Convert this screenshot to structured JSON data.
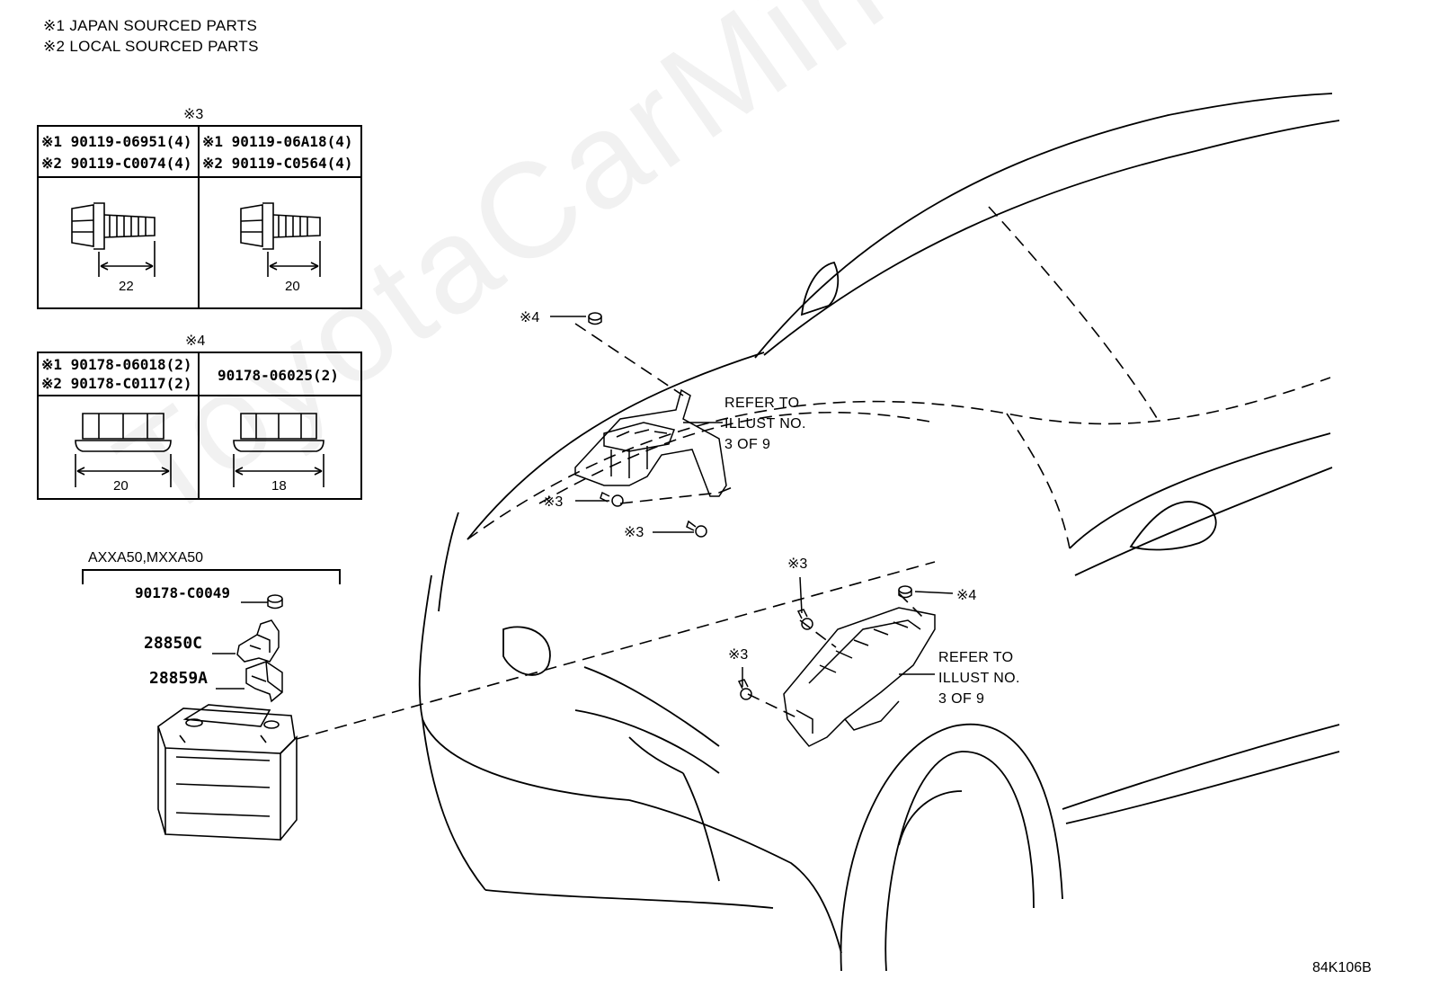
{
  "notes": {
    "japan": "※1 JAPAN SOURCED PARTS",
    "local": "※2 LOCAL SOURCED PARTS"
  },
  "bolt_table": {
    "ref": "※3",
    "left": {
      "line1": "※1 90119-06951(4)",
      "line2": "※2 90119-C0074(4)",
      "dim": "22"
    },
    "right": {
      "line1": "※1 90119-06A18(4)",
      "line2": "※2 90119-C0564(4)",
      "dim": "20"
    }
  },
  "nut_table": {
    "ref": "※4",
    "left": {
      "line1": "※1 90178-06018(2)",
      "line2": "※2 90178-C0117(2)",
      "dim": "20"
    },
    "right": {
      "line1": "90178-06025(2)",
      "dim": "18"
    }
  },
  "battery_group": {
    "models": "AXXA50,MXXA50",
    "nut_part": "90178-C0049",
    "part_a": "28850C",
    "part_b": "28859A"
  },
  "callouts": {
    "c4_top": "※4",
    "c3_a": "※3",
    "c3_b": "※3",
    "c3_c": "※3",
    "c3_d": "※3",
    "c4_right": "※4"
  },
  "refers": {
    "upper": [
      "REFER TO",
      "ILLUST NO.",
      "3 OF 9"
    ],
    "lower": [
      "REFER TO",
      "ILLUST NO.",
      "3 OF 9"
    ]
  },
  "diagram_id": "84K106B",
  "watermark": "ToyotaCarMine.ru"
}
